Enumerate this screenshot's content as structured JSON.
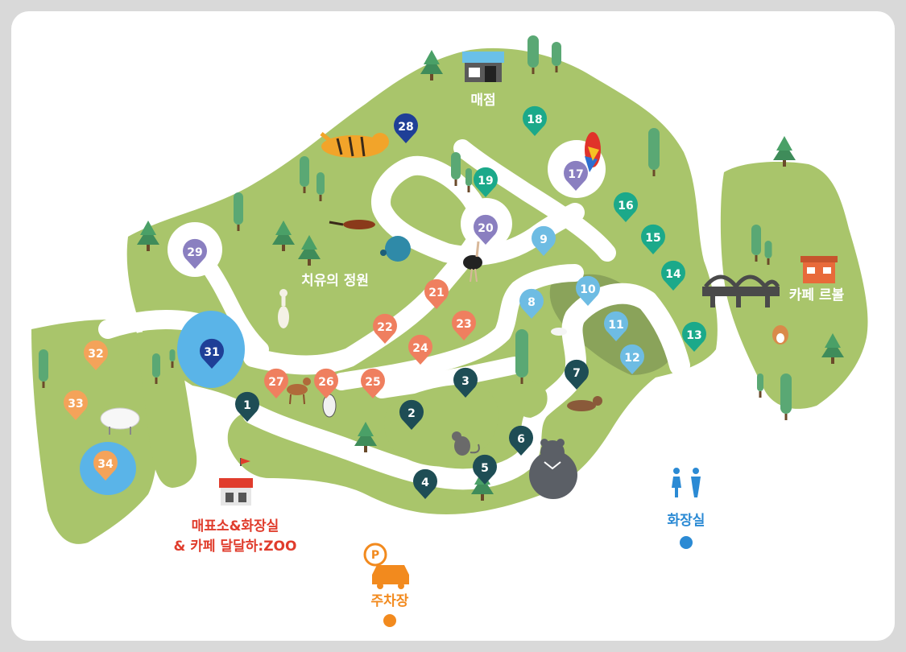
{
  "map": {
    "colors": {
      "grass": "#a9c56b",
      "grass_dark": "#8aa35a",
      "path": "#ffffff",
      "pond": "#5ab4e8",
      "frame": "#d9d9d9",
      "exhibit_navy": "#1f3f97",
      "exhibit_purple": "#8a7fc0",
      "exhibit_teal": "#1ba98a",
      "exhibit_sky": "#6ebce3",
      "exhibit_coral": "#ef7f5f",
      "exhibit_dark": "#1e4d55",
      "exhibit_orange": "#f4a35a",
      "facility_red": "#e03c2c",
      "parking_orange": "#f28a1e",
      "restroom_blue": "#2b8ad4"
    },
    "markers": [
      {
        "num": "1",
        "color": "dark"
      },
      {
        "num": "2",
        "color": "dark"
      },
      {
        "num": "3",
        "color": "dark"
      },
      {
        "num": "4",
        "color": "dark"
      },
      {
        "num": "5",
        "color": "dark"
      },
      {
        "num": "6",
        "color": "dark"
      },
      {
        "num": "7",
        "color": "dark"
      },
      {
        "num": "8",
        "color": "sky"
      },
      {
        "num": "9",
        "color": "sky"
      },
      {
        "num": "10",
        "color": "sky"
      },
      {
        "num": "11",
        "color": "sky"
      },
      {
        "num": "12",
        "color": "sky"
      },
      {
        "num": "13",
        "color": "teal"
      },
      {
        "num": "14",
        "color": "teal"
      },
      {
        "num": "15",
        "color": "teal"
      },
      {
        "num": "16",
        "color": "teal"
      },
      {
        "num": "17",
        "color": "purple"
      },
      {
        "num": "18",
        "color": "teal"
      },
      {
        "num": "19",
        "color": "teal"
      },
      {
        "num": "20",
        "color": "purple"
      },
      {
        "num": "21",
        "color": "coral"
      },
      {
        "num": "22",
        "color": "coral"
      },
      {
        "num": "23",
        "color": "coral"
      },
      {
        "num": "24",
        "color": "coral"
      },
      {
        "num": "25",
        "color": "coral"
      },
      {
        "num": "26",
        "color": "coral"
      },
      {
        "num": "27",
        "color": "coral"
      },
      {
        "num": "28",
        "color": "navy"
      },
      {
        "num": "29",
        "color": "purple"
      },
      {
        "num": "31",
        "color": "navy"
      },
      {
        "num": "32",
        "color": "orange"
      },
      {
        "num": "33",
        "color": "orange"
      },
      {
        "num": "34",
        "color": "orange"
      }
    ],
    "labels": {
      "shop": "매점",
      "healing_garden": "치유의 정원",
      "cafe_reubol": "카페 르볼",
      "ticket_line1": "매표소&화장실",
      "ticket_line2": "& 카페 달달하:ZOO",
      "parking": "주차장",
      "restroom": "화장실"
    }
  }
}
